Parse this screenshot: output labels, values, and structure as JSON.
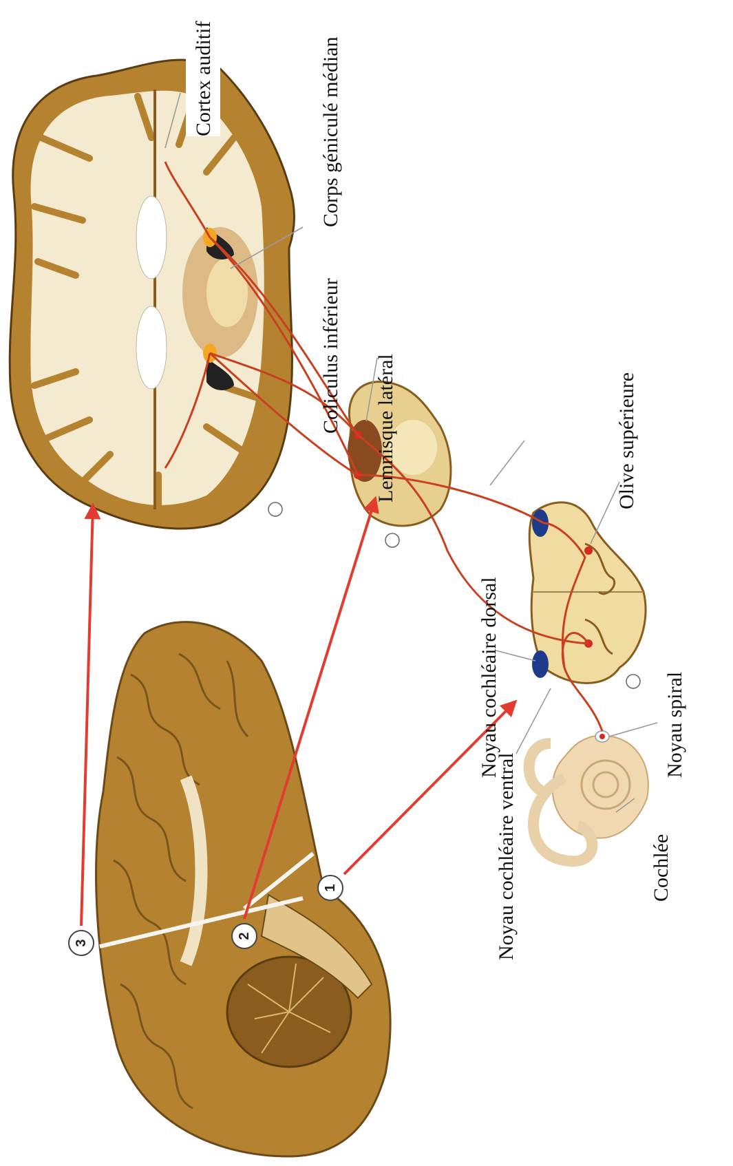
{
  "colors": {
    "arrow": "#e23b30",
    "auditory_pathway": "#c8401f",
    "brain_surface": "#b5832f",
    "white_matter": "#f4ead0",
    "nucleus": "#d62a1e"
  },
  "section_markers": [
    "1",
    "2",
    "3"
  ],
  "labels": {
    "cortex_auditif": "Cortex auditif",
    "corps_genicule_median": "Corps géniculé médian",
    "colliculus_inferieur": "Coliculus inférieur",
    "lemnisque_lateral": "Lemnisque latéral",
    "olive_superieure": "Olive supérieure",
    "noyau_cochleaire_dorsal": "Noyau cochléaire dorsal",
    "noyau_spiral": "Noyau spiral",
    "noyau_cochleaire_ventral": "Noyau cochléaire ventral",
    "cochlee": "Cochlée"
  }
}
